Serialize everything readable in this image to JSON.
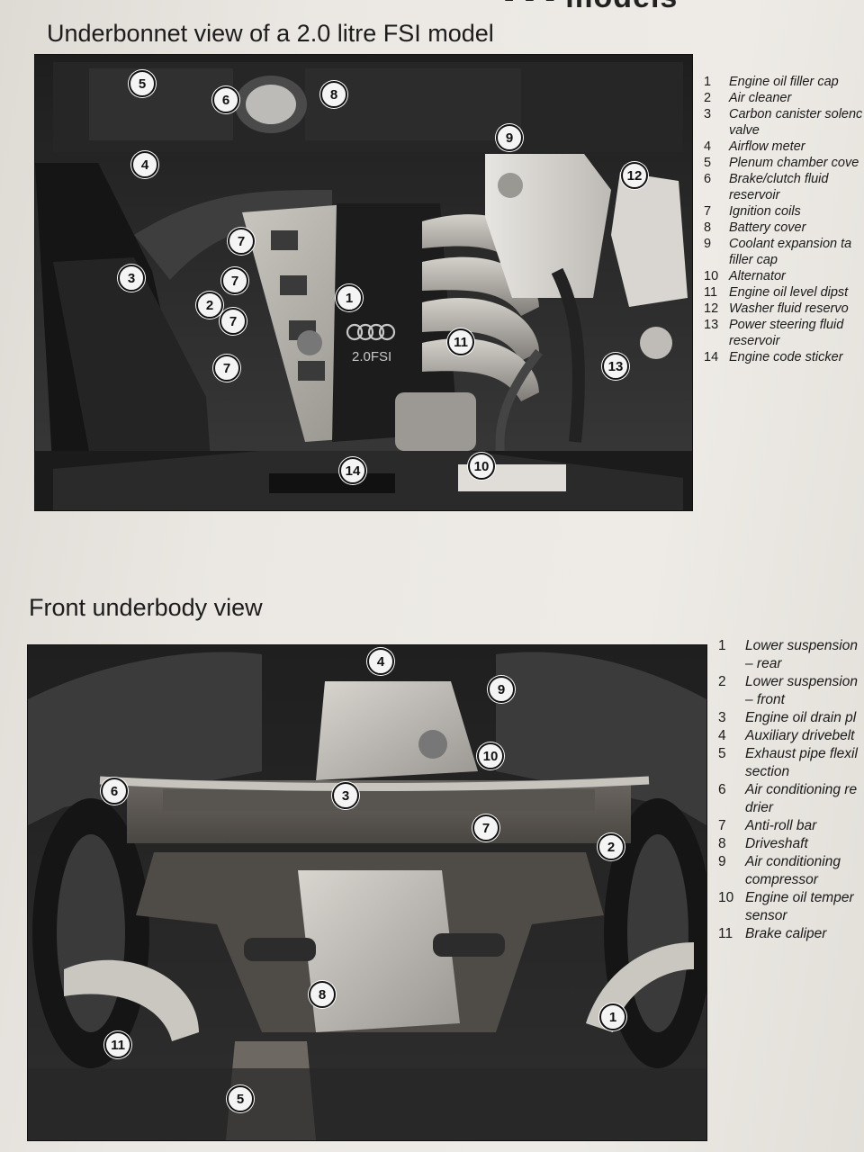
{
  "page": {
    "cut_heading": "- - - models",
    "top_section_title": "Underbonnet view of a 2.0 litre FSI model",
    "bottom_section_title": "Front underbody view"
  },
  "engine_cover_text": {
    "brand_rings": "audi-rings-logo",
    "label": "2.0FSI"
  },
  "top_legend": [
    {
      "num": "1",
      "text": "Engine oil filler cap"
    },
    {
      "num": "2",
      "text": "Air cleaner"
    },
    {
      "num": "3",
      "text": "Carbon canister solenc\nvalve"
    },
    {
      "num": "4",
      "text": "Airflow meter"
    },
    {
      "num": "5",
      "text": "Plenum chamber cove"
    },
    {
      "num": "6",
      "text": "Brake/clutch fluid\nreservoir"
    },
    {
      "num": "7",
      "text": "Ignition coils"
    },
    {
      "num": "8",
      "text": "Battery cover"
    },
    {
      "num": "9",
      "text": "Coolant expansion ta\nfiller cap"
    },
    {
      "num": "10",
      "text": "Alternator"
    },
    {
      "num": "11",
      "text": "Engine oil level dipst"
    },
    {
      "num": "12",
      "text": "Washer fluid reservo"
    },
    {
      "num": "13",
      "text": "Power steering fluid\nreservoir"
    },
    {
      "num": "14",
      "text": "Engine code sticker"
    }
  ],
  "bottom_legend": [
    {
      "num": "1",
      "text": "Lower suspension\n– rear"
    },
    {
      "num": "2",
      "text": "Lower suspension\n– front"
    },
    {
      "num": "3",
      "text": "Engine oil drain pl"
    },
    {
      "num": "4",
      "text": "Auxiliary drivebelt"
    },
    {
      "num": "5",
      "text": "Exhaust pipe flexil\nsection"
    },
    {
      "num": "6",
      "text": "Air conditioning re\ndrier"
    },
    {
      "num": "7",
      "text": "Anti-roll bar"
    },
    {
      "num": "8",
      "text": "Driveshaft"
    },
    {
      "num": "9",
      "text": "Air conditioning\ncompressor"
    },
    {
      "num": "10",
      "text": "Engine oil temper\nsensor"
    },
    {
      "num": "11",
      "text": "Brake caliper"
    }
  ],
  "top_callouts": [
    "5",
    "6",
    "8",
    "9",
    "4",
    "12",
    "7",
    "3",
    "7",
    "2",
    "7",
    "1",
    "11",
    "7",
    "13",
    "14",
    "10"
  ],
  "bottom_callouts": [
    "4",
    "9",
    "6",
    "10",
    "3",
    "7",
    "2",
    "8",
    "1",
    "11",
    "5"
  ]
}
